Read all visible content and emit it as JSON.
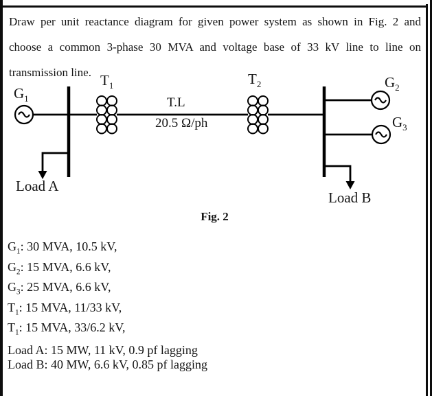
{
  "colors": {
    "ink": "#000000",
    "page": "#ffffff"
  },
  "problem": {
    "lines": [
      "Draw per unit reactance diagram for given power system as shown in Fig. 2 and",
      "choose a common 3-phase 30 MVA and voltage base of 33 kV line to line on",
      "transmission line."
    ]
  },
  "diagram": {
    "labels": {
      "g1": {
        "base": "G",
        "sub": "1"
      },
      "t1": {
        "base": "T",
        "sub": "1"
      },
      "t2": {
        "base": "T",
        "sub": "2"
      },
      "g2": {
        "base": "G",
        "sub": "2"
      },
      "g3": {
        "base": "G",
        "sub": "3"
      },
      "tl": "T.L",
      "tl_impedance": "20.5 Ω/ph",
      "load_a": "Load A",
      "load_b": "Load B"
    },
    "caption": "Fig. 2"
  },
  "specs": {
    "items": [
      {
        "base": "G",
        "sub": "1",
        "rest": ": 30 MVA, 10.5 kV,"
      },
      {
        "base": "G",
        "sub": "2",
        "rest": ": 15 MVA, 6.6 kV,"
      },
      {
        "base": "G",
        "sub": "3",
        "rest": ": 25 MVA, 6.6 kV,"
      },
      {
        "base": "T",
        "sub": "1",
        "rest": ": 15 MVA, 11/33 kV,"
      },
      {
        "base": "T",
        "sub": "1",
        "rest": ": 15 MVA, 33/6.2 kV,"
      }
    ],
    "loads": [
      "Load A: 15 MW, 11 kV, 0.9 pf lagging",
      "Load B: 40 MW, 6.6 kV, 0.85 pf lagging"
    ]
  }
}
